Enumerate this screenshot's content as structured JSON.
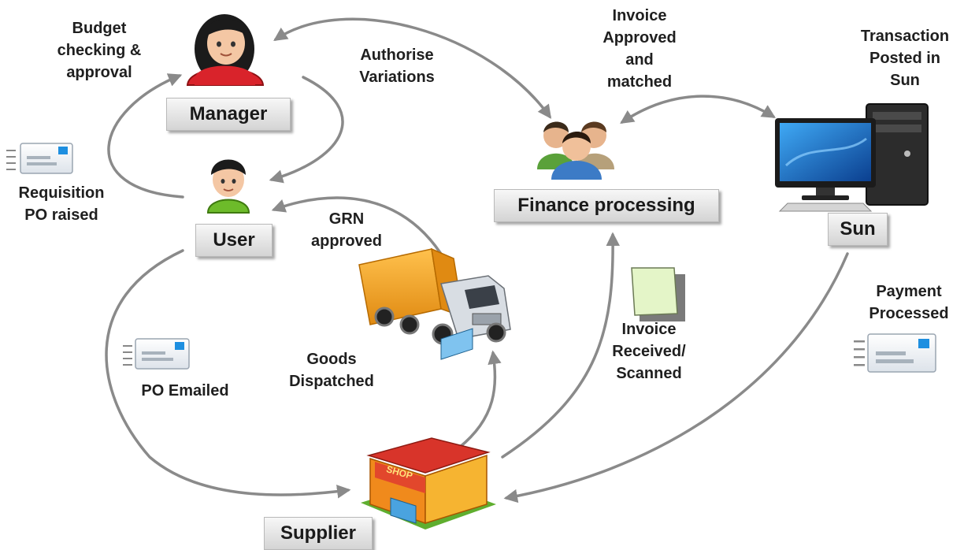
{
  "nodes": {
    "manager": "Manager",
    "user": "User",
    "finance": "Finance processing",
    "sun": "Sun",
    "supplier": "Supplier"
  },
  "labels": {
    "budget": [
      "Budget",
      "checking &",
      "approval"
    ],
    "authorise": [
      "Authorise",
      "Variations"
    ],
    "invoice_approved": [
      "Invoice",
      "Approved",
      "and",
      "matched"
    ],
    "transaction": [
      "Transaction",
      "Posted in",
      "Sun"
    ],
    "requisition": [
      "Requisition",
      "PO raised"
    ],
    "grn": [
      "GRN",
      "approved"
    ],
    "payment": [
      "Payment",
      "Processed"
    ],
    "po_emailed": "PO Emailed",
    "goods": [
      "Goods",
      "Dispatched"
    ],
    "invoice_received": [
      "Invoice",
      "Received/",
      "Scanned"
    ]
  },
  "shop_sign": "SHOP",
  "icons": [
    "manager-person-icon",
    "user-person-icon",
    "group-people-icon",
    "computer-icon",
    "truck-icon",
    "shop-icon",
    "document-icon",
    "email-icon"
  ],
  "colors": {
    "arrow": "#8a8a8a",
    "manager_shirt": "#d9232b",
    "user_shirt": "#6dbb2a",
    "truck_cargo": "#f5a623",
    "document": "#e4f5c8"
  }
}
